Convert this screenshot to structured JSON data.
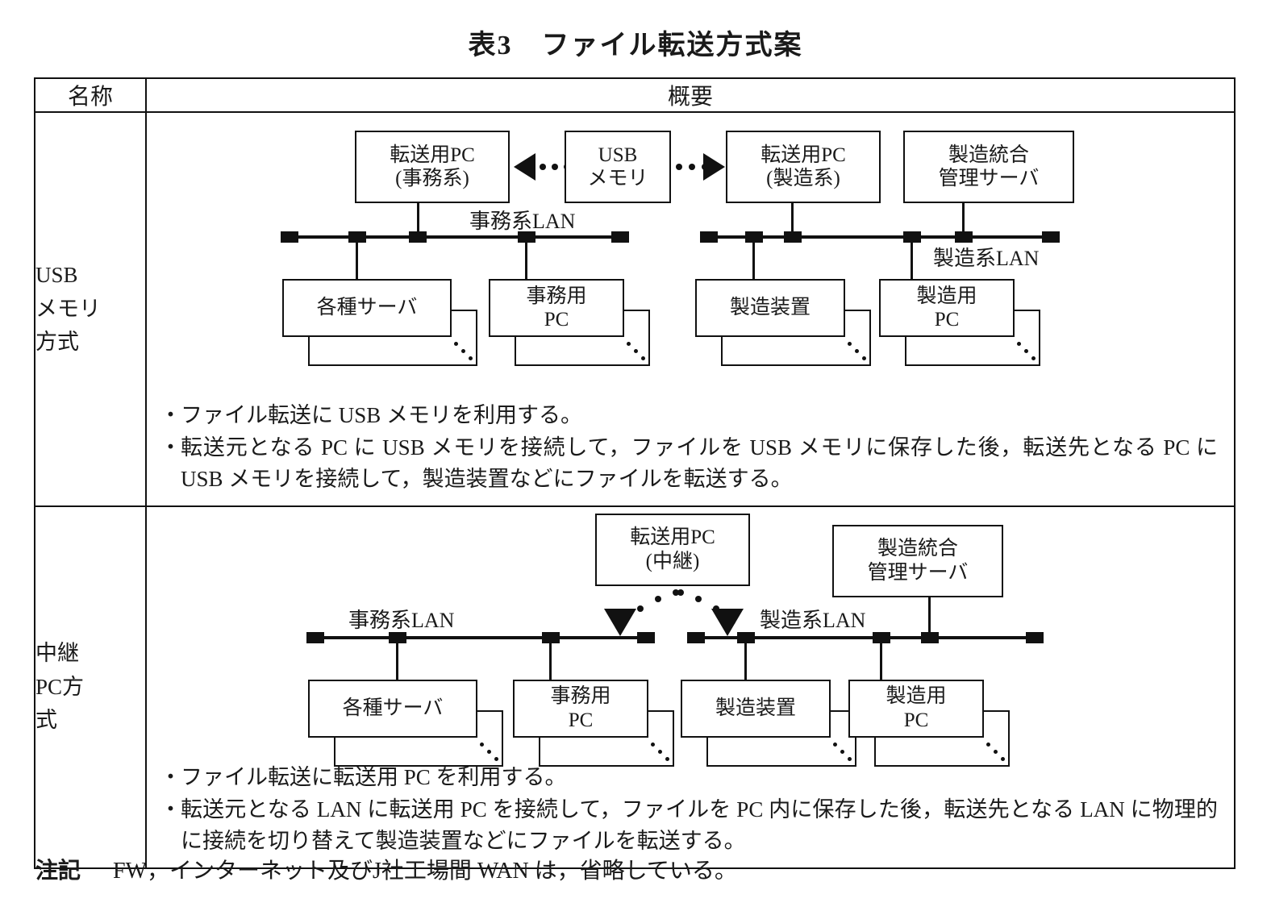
{
  "title": "表3　ファイル転送方式案",
  "table": {
    "headers": {
      "name": "名称",
      "overview": "概要"
    },
    "rows": [
      {
        "name_lines": [
          "USB",
          "メモリ",
          "方式"
        ],
        "diagram": {
          "boxes": {
            "transfer_pc_office": {
              "line1": "転送用PC",
              "line2": "(事務系)"
            },
            "usb_memory": {
              "line1": "USB",
              "line2": "メモリ"
            },
            "transfer_pc_mfg": {
              "line1": "転送用PC",
              "line2": "(製造系)"
            },
            "mfg_server": {
              "line1": "製造統合",
              "line2": "管理サーバ"
            },
            "various_servers": {
              "line1": "各種サーバ",
              "line2": ""
            },
            "office_pc": {
              "line1": "事務用",
              "line2": "PC"
            },
            "mfg_equipment": {
              "line1": "製造装置",
              "line2": ""
            },
            "mfg_pc": {
              "line1": "製造用",
              "line2": "PC"
            }
          },
          "lan_office": "事務系LAN",
          "lan_mfg": "製造系LAN"
        },
        "bullets": [
          "ファイル転送に USB メモリを利用する。",
          "転送元となる PC に USB メモリを接続して，ファイルを USB メモリに保存した後，転送先となる PC に USB メモリを接続して，製造装置などにファイルを転送する。"
        ]
      },
      {
        "name_lines": [
          "中継",
          "PC方",
          "式"
        ],
        "diagram": {
          "boxes": {
            "relay_pc": {
              "line1": "転送用PC",
              "line2": "(中継)"
            },
            "mfg_server": {
              "line1": "製造統合",
              "line2": "管理サーバ"
            },
            "various_servers": {
              "line1": "各種サーバ",
              "line2": ""
            },
            "office_pc": {
              "line1": "事務用",
              "line2": "PC"
            },
            "mfg_equipment": {
              "line1": "製造装置",
              "line2": ""
            },
            "mfg_pc": {
              "line1": "製造用",
              "line2": "PC"
            }
          },
          "lan_office": "事務系LAN",
          "lan_mfg": "製造系LAN"
        },
        "bullets": [
          "ファイル転送に転送用 PC を利用する。",
          "転送元となる LAN に転送用 PC を接続して，ファイルを PC 内に保存した後，転送先となる LAN に物理的に接続を切り替えて製造装置などにファイルを転送する。"
        ]
      }
    ]
  },
  "note": {
    "label": "注記",
    "text": "FW，インターネット及びJ社工場間 WAN は，省略している。"
  }
}
